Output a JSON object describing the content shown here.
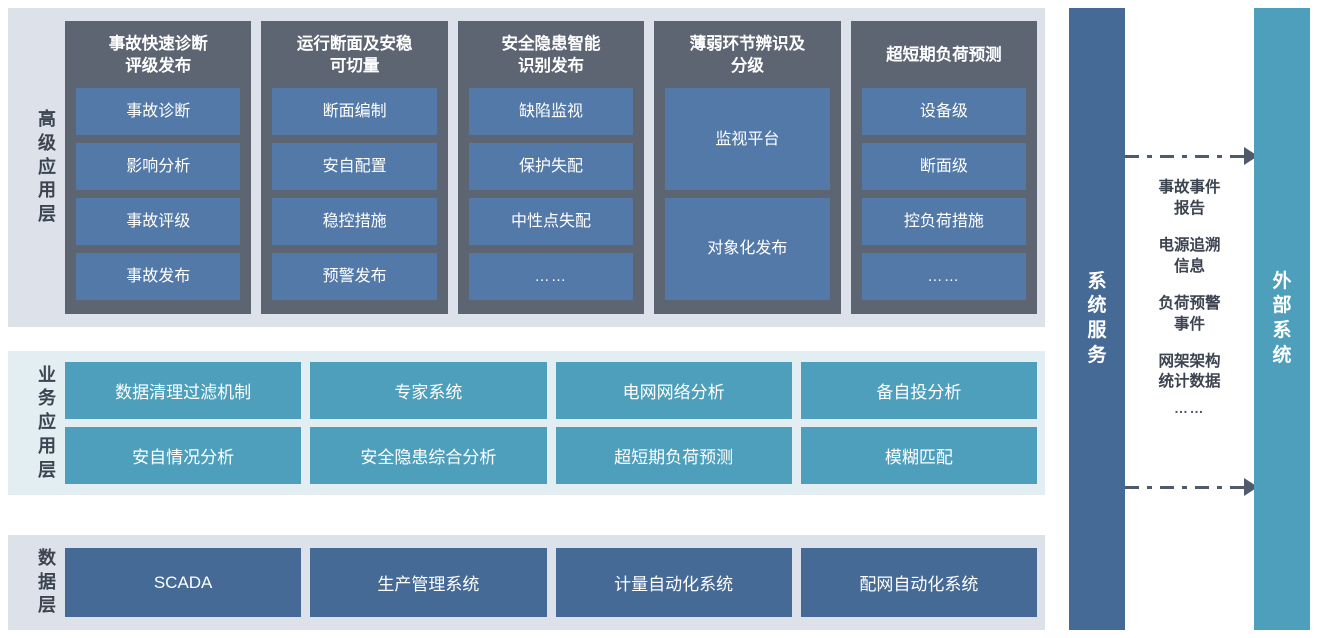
{
  "layers": {
    "advanced": {
      "label": "高级应用层",
      "columns": [
        {
          "title": "事故快速诊断\n评级发布",
          "items": [
            {
              "label": "事故诊断",
              "tall": false,
              "dots": false
            },
            {
              "label": "影响分析",
              "tall": false,
              "dots": false
            },
            {
              "label": "事故评级",
              "tall": false,
              "dots": false
            },
            {
              "label": "事故发布",
              "tall": false,
              "dots": false
            }
          ]
        },
        {
          "title": "运行断面及安稳\n可切量",
          "items": [
            {
              "label": "断面编制",
              "tall": false,
              "dots": false
            },
            {
              "label": "安自配置",
              "tall": false,
              "dots": false
            },
            {
              "label": "稳控措施",
              "tall": false,
              "dots": false
            },
            {
              "label": "预警发布",
              "tall": false,
              "dots": false
            }
          ]
        },
        {
          "title": "安全隐患智能\n识别发布",
          "items": [
            {
              "label": "缺陷监视",
              "tall": false,
              "dots": false
            },
            {
              "label": "保护失配",
              "tall": false,
              "dots": false
            },
            {
              "label": "中性点失配",
              "tall": false,
              "dots": false
            },
            {
              "label": "……",
              "tall": false,
              "dots": true
            }
          ]
        },
        {
          "title": "薄弱环节辨识及\n分级",
          "items": [
            {
              "label": "监视平台",
              "tall": true,
              "dots": false
            },
            {
              "label": "对象化发布",
              "tall": true,
              "dots": false
            }
          ]
        },
        {
          "title": "超短期负荷预测",
          "items": [
            {
              "label": "设备级",
              "tall": false,
              "dots": false
            },
            {
              "label": "断面级",
              "tall": false,
              "dots": false
            },
            {
              "label": "控负荷措施",
              "tall": false,
              "dots": false
            },
            {
              "label": "……",
              "tall": false,
              "dots": true
            }
          ]
        }
      ]
    },
    "business": {
      "label": "业务应用层",
      "items": [
        "数据清理过滤机制",
        "专家系统",
        "电网网络分析",
        "备自投分析",
        "安自情况分析",
        "安全隐患综合分析",
        "超短期负荷预测",
        "模糊匹配"
      ]
    },
    "data": {
      "label": "数据层",
      "items": [
        "SCADA",
        "生产管理系统",
        "计量自动化系统",
        "配网自动化系统"
      ]
    }
  },
  "right": {
    "services_bar": "系统服务",
    "external_bar": "外部系统",
    "flow_labels": [
      "事故事件\n报告",
      "电源追溯\n信息",
      "负荷预警\n事件",
      "网架架构\n统计数据"
    ],
    "flow_ellipsis": "……"
  },
  "colors": {
    "panel_grey": "#dde2ea",
    "panel_blue": "#e2eef2",
    "column_slate": "#5d6472",
    "box_blue": "#5279a8",
    "box_teal": "#4e9fbc",
    "box_deep_blue": "#456a96",
    "arrow_slate": "#4f5a6b",
    "text_dark": "#3d4451"
  }
}
